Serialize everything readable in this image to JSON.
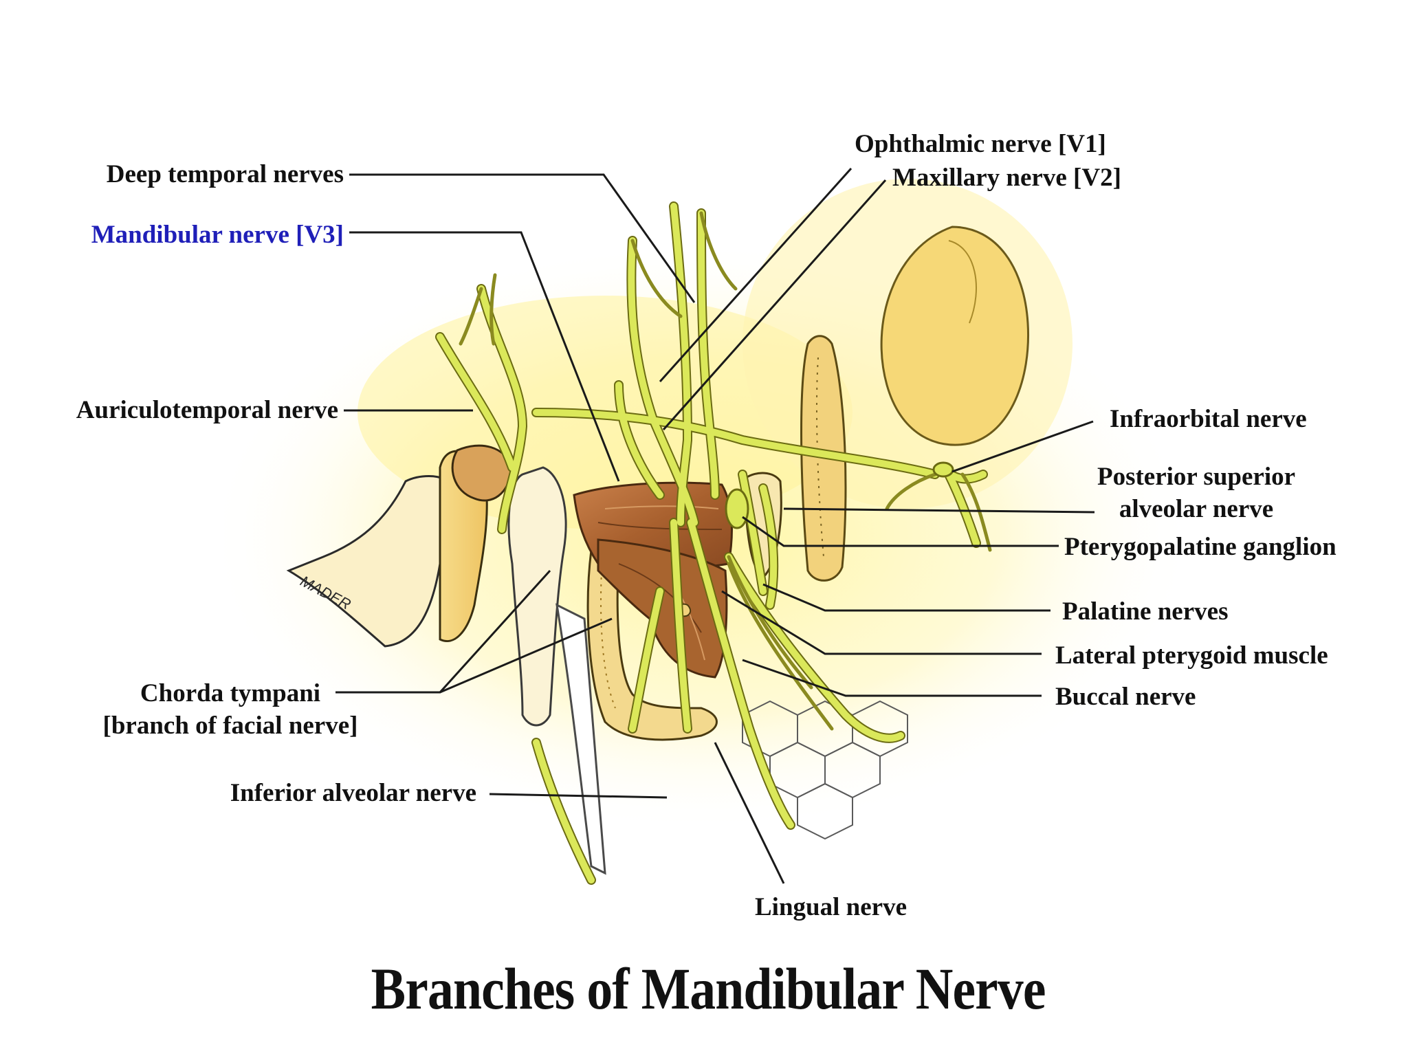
{
  "title": "Branches of Mandibular Nerve",
  "colors": {
    "label_text": "#111111",
    "highlight_label": "#1f1fb8",
    "nerve": "#d8e85a",
    "nerve_outline": "#6b6b12",
    "background_wash": "#fff2a8",
    "muscle": "#b8703a",
    "bone": "#f3d27a"
  },
  "labels": {
    "deep_temporal": "Deep temporal nerves",
    "mandibular_v3": "Mandibular nerve [V3]",
    "auriculotemporal": "Auriculotemporal nerve",
    "chorda_tympani": "Chorda tympani\n[branch of facial nerve]",
    "inferior_alveolar": "Inferior alveolar nerve",
    "ophthalmic_v1": "Ophthalmic nerve [V1]",
    "maxillary_v2": "Maxillary nerve [V2]",
    "infraorbital": "Infraorbital nerve",
    "posterior_superior_alveolar": "Posterior superior\nalveolar nerve",
    "pterygopalatine_ganglion": "Pterygopalatine ganglion",
    "palatine": "Palatine nerves",
    "lateral_pterygoid": "Lateral pterygoid muscle",
    "buccal": "Buccal nerve",
    "lingual": "Lingual nerve"
  },
  "artist_signature": "MADER"
}
